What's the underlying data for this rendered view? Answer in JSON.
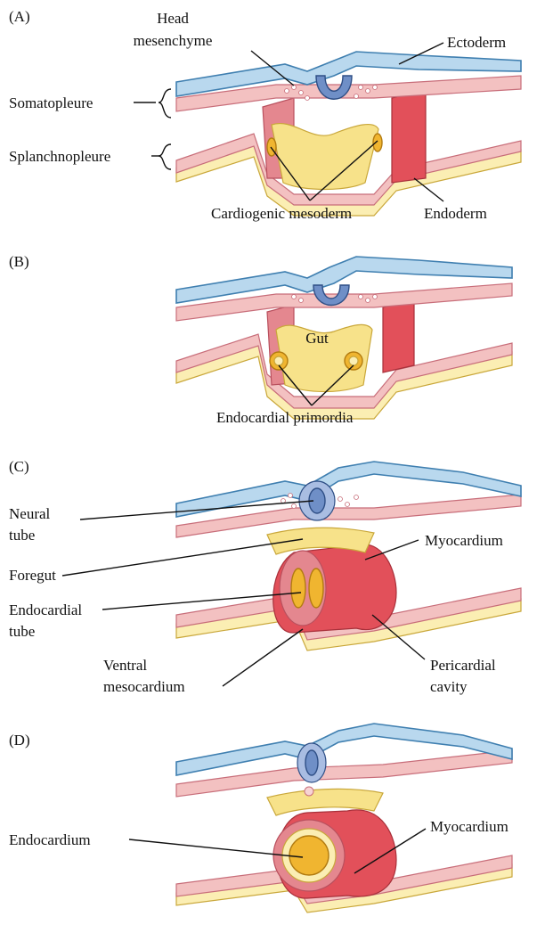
{
  "panels": {
    "a": "(A)",
    "b": "(B)",
    "c": "(C)",
    "d": "(D)"
  },
  "labels": {
    "head_mesenchyme_1": "Head",
    "head_mesenchyme_2": "mesenchyme",
    "ectoderm": "Ectoderm",
    "somatopleure": "Somatopleure",
    "splanchnopleure": "Splanchnopleure",
    "cardiogenic_mesoderm": "Cardiogenic mesoderm",
    "endoderm": "Endoderm",
    "gut": "Gut",
    "endocardial_primordia": "Endocardial primordia",
    "neural_tube_1": "Neural",
    "neural_tube_2": "tube",
    "foregut": "Foregut",
    "myocardium_c": "Myocardium",
    "endocardial_tube_1": "Endocardial",
    "endocardial_tube_2": "tube",
    "ventral_mesocardium_1": "Ventral",
    "ventral_mesocardium_2": "mesocardium",
    "pericardial_cavity_1": "Pericardial",
    "pericardial_cavity_2": "cavity",
    "endocardium": "Endocardium",
    "myocardium_d": "Myocardium"
  },
  "colors": {
    "ectoderm": "#b9d8ee",
    "mesoderm": "#f3c1c1",
    "myocardium": "#e2505a",
    "endoderm": "#f7e28a",
    "endocardium": "#f0b530",
    "neural_tube": "#6f8fc7"
  }
}
